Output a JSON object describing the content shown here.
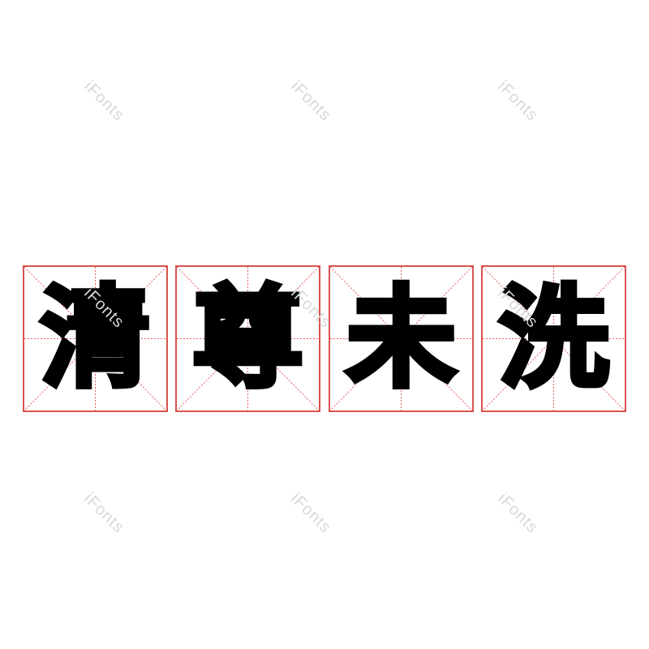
{
  "phrase": {
    "text": "清尊未洗",
    "characters": [
      {
        "char": "清",
        "index": 0
      },
      {
        "char": "尊",
        "index": 1
      },
      {
        "char": "未",
        "index": 2
      },
      {
        "char": "洗",
        "index": 3
      }
    ]
  },
  "grid_style": {
    "border_color": "#d9534f",
    "guide_color": "#e06060"
  },
  "watermark": {
    "text": "iFonts",
    "color": "#d8d8d8"
  }
}
